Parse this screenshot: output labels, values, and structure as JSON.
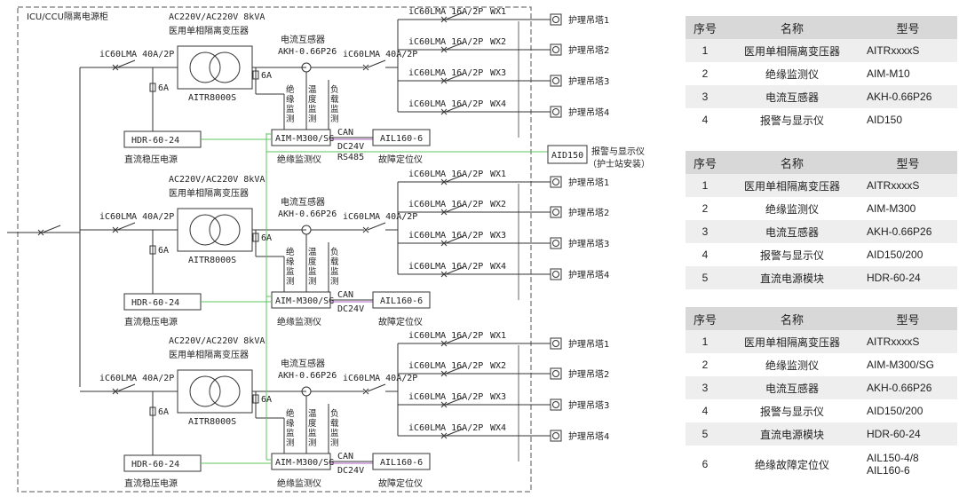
{
  "panel_title": "ICU/CCU隔离电源柜",
  "sections": [
    {
      "transformer_spec": "AC220V/AC220V 8kVA",
      "transformer_name": "医用单相隔离变压器",
      "transformer_model": "AITR8000S",
      "main_breaker": "iC60LMA 40A/2P",
      "fuse_left": "6A",
      "fuse_right": "6A",
      "ct_name": "电流互感器",
      "ct_model": "AKH-0.66P26",
      "out_breaker": "iC60LMA  40A/2P",
      "monitor_labels": [
        "绝缘监测",
        "温度监测",
        "负载监测"
      ],
      "psu_model": "HDR-60-24",
      "psu_name": "直流稳压电源",
      "imd_model": "AIM-M300/SG",
      "imd_name": "绝缘监测仪",
      "can_label": "CAN",
      "dc_label": "DC24V",
      "bus_label": "RS485",
      "locator_model": "AIL160-6",
      "locator_name": "故障定位仪",
      "branches": [
        {
          "breaker": "iC60LMA  16A/2P",
          "wire": "WX1",
          "load": "护理吊塔1"
        },
        {
          "breaker": "iC60LMA  16A/2P",
          "wire": "WX2",
          "load": "护理吊塔2"
        },
        {
          "breaker": "iC60LMA  16A/2P",
          "wire": "WX3",
          "load": "护理吊塔3"
        },
        {
          "breaker": "iC60LMA  16A/2P",
          "wire": "WX4",
          "load": "护理吊塔4"
        }
      ]
    },
    {
      "transformer_spec": "AC220V/AC220V 8kVA",
      "transformer_name": "医用单相隔离变压器",
      "transformer_model": "AITR8000S",
      "main_breaker": "iC60LMA 40A/2P",
      "fuse_left": "6A",
      "fuse_right": "6A",
      "ct_name": "电流互感器",
      "ct_model": "AKH-0.66P26",
      "out_breaker": "iC60LMA  40A/2P",
      "monitor_labels": [
        "绝缘监测",
        "温度监测",
        "负载监测"
      ],
      "psu_model": "HDR-60-24",
      "psu_name": "直流稳压电源",
      "imd_model": "AIM-M300/SG",
      "imd_name": "绝缘监测仪",
      "can_label": "CAN",
      "dc_label": "DC24V",
      "bus_label": "",
      "locator_model": "AIL160-6",
      "locator_name": "故障定位仪",
      "branches": [
        {
          "breaker": "iC60LMA  16A/2P",
          "wire": "WX1",
          "load": "护理吊塔1"
        },
        {
          "breaker": "iC60LMA  16A/2P",
          "wire": "WX2",
          "load": "护理吊塔2"
        },
        {
          "breaker": "iC60LMA  16A/2P",
          "wire": "WX3",
          "load": "护理吊塔3"
        },
        {
          "breaker": "iC60LMA  16A/2P",
          "wire": "WX4",
          "load": "护理吊塔4"
        }
      ]
    },
    {
      "transformer_spec": "AC220V/AC220V 8kVA",
      "transformer_name": "医用单相隔离变压器",
      "transformer_model": "AITR8000S",
      "main_breaker": "iC60LMA 40A/2P",
      "fuse_left": "6A",
      "fuse_right": "6A",
      "ct_name": "电流互感器",
      "ct_model": "AKH-0.66P26",
      "out_breaker": "iC60LMA  40A/2P",
      "monitor_labels": [
        "绝缘监测",
        "温度监测",
        "负载监测"
      ],
      "psu_model": "HDR-60-24",
      "psu_name": "直流稳压电源",
      "imd_model": "AIM-M300/SG",
      "imd_name": "绝缘监测仪",
      "can_label": "CAN",
      "dc_label": "DC24V",
      "bus_label": "",
      "locator_model": "AIL160-6",
      "locator_name": "故障定位仪",
      "branches": [
        {
          "breaker": "iC60LMA  16A/2P",
          "wire": "WX1",
          "load": "护理吊塔1"
        },
        {
          "breaker": "iC60LMA  16A/2P",
          "wire": "WX2",
          "load": "护理吊塔2"
        },
        {
          "breaker": "iC60LMA  16A/2P",
          "wire": "WX3",
          "load": "护理吊塔3"
        },
        {
          "breaker": "iC60LMA  16A/2P",
          "wire": "WX4",
          "load": "护理吊塔4"
        }
      ]
    }
  ],
  "display": {
    "model": "AID150",
    "name": "报警与显示仪",
    "note": "（护士站安装）"
  },
  "tables": [
    {
      "headers": [
        "序号",
        "名称",
        "型号"
      ],
      "rows": [
        [
          "1",
          "医用单相隔离变压器",
          "AITRxxxxS"
        ],
        [
          "2",
          "绝缘监测仪",
          "AIM-M10"
        ],
        [
          "3",
          "电流互感器",
          "AKH-0.66P26"
        ],
        [
          "4",
          "报警与显示仪",
          "AID150"
        ]
      ]
    },
    {
      "headers": [
        "序号",
        "名称",
        "型号"
      ],
      "rows": [
        [
          "1",
          "医用单相隔离变压器",
          "AITRxxxxS"
        ],
        [
          "2",
          "绝缘监测仪",
          "AIM-M300"
        ],
        [
          "3",
          "电流互感器",
          "AKH-0.66P26"
        ],
        [
          "4",
          "报警与显示仪",
          "AID150/200"
        ],
        [
          "5",
          "直流电源模块",
          "HDR-60-24"
        ]
      ]
    },
    {
      "headers": [
        "序号",
        "名称",
        "型号"
      ],
      "rows": [
        [
          "1",
          "医用单相隔离变压器",
          "AITRxxxxS"
        ],
        [
          "2",
          "绝缘监测仪",
          "AIM-M300/SG"
        ],
        [
          "3",
          "电流互感器",
          "AKH-0.66P26"
        ],
        [
          "4",
          "报警与显示仪",
          "AID150/200"
        ],
        [
          "5",
          "直流电源模块",
          "HDR-60-24"
        ],
        [
          "6",
          "绝缘故障定位仪",
          "AIL150-4/8\nAIL160-6"
        ]
      ]
    }
  ],
  "colors": {
    "wire": "#333333",
    "signal_green": "#5cc45c",
    "signal_purple": "#b060c0",
    "header_bg": "#d8d8d8"
  }
}
